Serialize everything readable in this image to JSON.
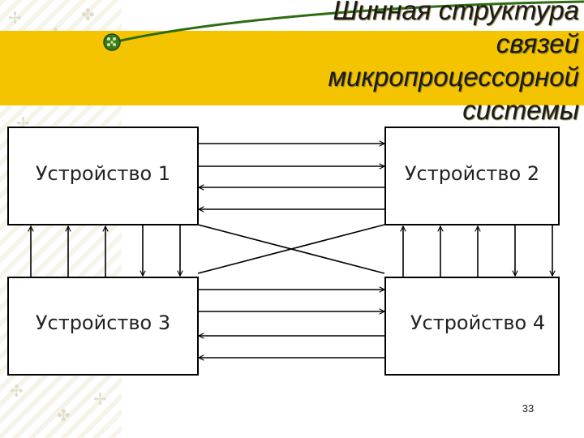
{
  "slide": {
    "title_lines": [
      "Шинная структура",
      "связей",
      "микропроцессорной",
      "системы"
    ],
    "page_number": "33"
  },
  "devices": [
    {
      "label": "Устройство 1"
    },
    {
      "label": "Устройство 2"
    },
    {
      "label": "Устройство 3"
    },
    {
      "label": "Устройство 4"
    }
  ],
  "colors": {
    "title_band": "#f5c400",
    "accent_line": "#2e6b12",
    "line": "#000000"
  },
  "icons": [
    "bullet-ball-icon"
  ]
}
